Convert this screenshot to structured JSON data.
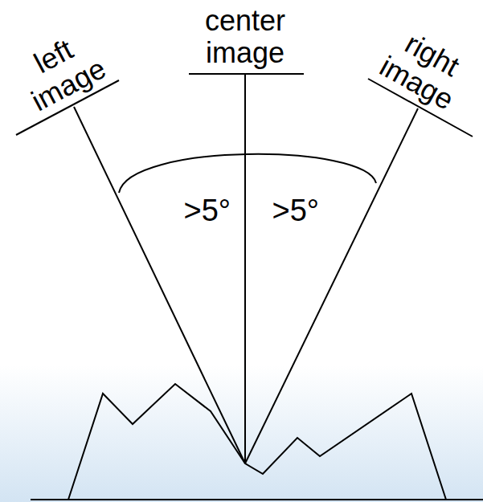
{
  "diagram": {
    "labels": [
      "left image",
      "center image",
      "right image",
      ">5°",
      ">5°"
    ]
  }
}
